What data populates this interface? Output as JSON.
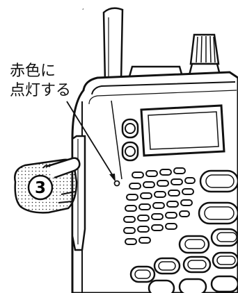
{
  "callout": {
    "line1": "赤色に",
    "line2": "点灯する"
  },
  "step": {
    "number": "3"
  }
}
